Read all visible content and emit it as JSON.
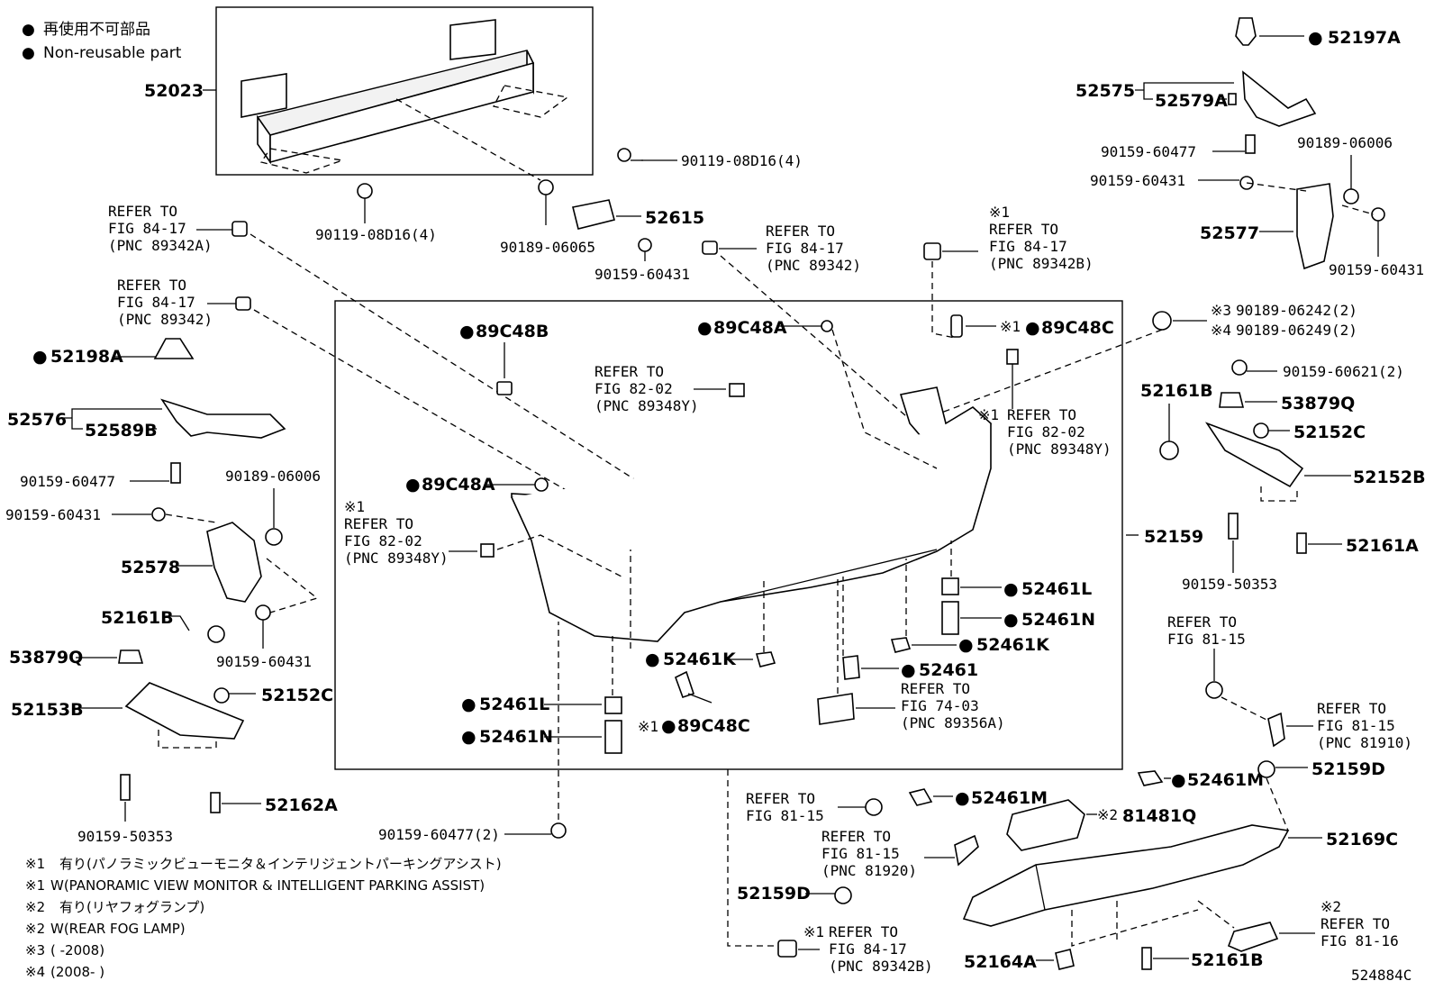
{
  "legend": {
    "symbol": "●",
    "line_jp": "再使用不可部品",
    "line_en": "Non-reusable part"
  },
  "figure_code": "524884C",
  "refer": {
    "refer_to": "REFER TO",
    "f84_17": "FIG 84-17",
    "f82_02": "FIG 82-02",
    "f74_03": "FIG 74-03",
    "f81_15": "FIG 81-15",
    "f81_16": "FIG 81-16",
    "pnc_89342A": "(PNC 89342A)",
    "pnc_89342": "(PNC 89342)",
    "pnc_89342B": "(PNC 89342B)",
    "pnc_89348Y": "(PNC 89348Y)",
    "pnc_89356A": "(PNC 89356A)",
    "pnc_81910": "(PNC 81910)",
    "pnc_81920": "(PNC 81920)"
  },
  "marks": {
    "m1": "※1",
    "m2": "※2",
    "m3": "※3",
    "m4": "※4"
  },
  "parts": {
    "p52023": "52023",
    "p90119_08D16_4": "90119-08D16(4)",
    "p90189_06065": "90189-06065",
    "p52615": "52615",
    "p90159_60431": "90159-60431",
    "p52197A": "52197A",
    "p52575": "52575",
    "p52579A": "52579A",
    "p90159_60477": "90159-60477",
    "p90189_06006": "90189-06006",
    "p52577": "52577",
    "p90189_06242_2": "90189-06242(2)",
    "p90189_06249_2": "90189-06249(2)",
    "p90159_60621_2": "90159-60621(2)",
    "p52161B": "52161B",
    "p53879Q": "53879Q",
    "p52152C": "52152C",
    "p52152B": "52152B",
    "p52159": "52159",
    "p52161A": "52161A",
    "p90159_50353": "90159-50353",
    "p52198A": "52198A",
    "p52576": "52576",
    "p52589B": "52589B",
    "p52578": "52578",
    "p52153B": "52153B",
    "p52162A": "52162A",
    "p90159_60477_2": "90159-60477(2)",
    "p89C48B": "89C48B",
    "p89C48A": "89C48A",
    "p89C48C": "89C48C",
    "p52461L": "52461L",
    "p52461N": "52461N",
    "p52461K": "52461K",
    "p52461": "52461",
    "p52461M": "52461M",
    "p52159D": "52159D",
    "p81481Q": "81481Q",
    "p52169C": "52169C",
    "p52164A": "52164A"
  },
  "footnotes": {
    "n1_jp": "有り(パノラミックビューモニタ＆インテリジェントパーキングアシスト)",
    "n1_en": "W(PANORAMIC VIEW MONITOR & INTELLIGENT PARKING ASSIST)",
    "n2_jp": "有り(リヤフォグランプ)",
    "n2_en": "W(REAR FOG LAMP)",
    "n3": "(        -2008)",
    "n4": "(2008-        )"
  }
}
